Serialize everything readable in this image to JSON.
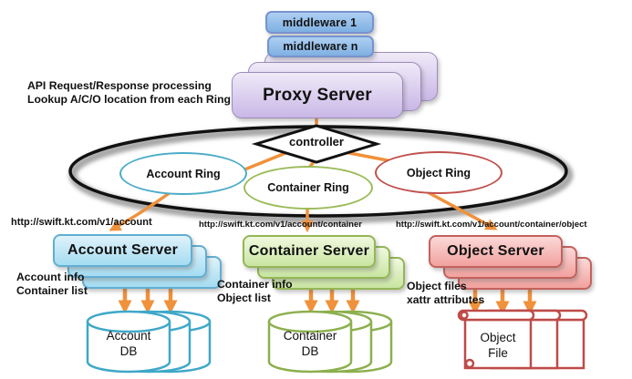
{
  "annotation": {
    "line1": "API Request/Response processing",
    "line2": "Lookup A/C/O location from each Ring"
  },
  "middleware": {
    "box1": "middleware 1",
    "box2": "middleware n"
  },
  "proxy": {
    "label": "Proxy Server"
  },
  "controller": {
    "label": "controller"
  },
  "rings": {
    "account": {
      "label": "Account Ring",
      "color": "#4BACC6"
    },
    "container": {
      "label": "Container Ring",
      "color": "#9BBB59"
    },
    "object": {
      "label": "Object Ring",
      "color": "#C0504D"
    }
  },
  "urls": {
    "account": "http://swift.kt.com/v1/account",
    "container": "http://swift.kt.com/v1/account/container",
    "object": "http://swift.kt.com/v1/account/container/object"
  },
  "servers": {
    "account": {
      "label": "Account Server"
    },
    "container": {
      "label": "Container Server"
    },
    "object": {
      "label": "Object Server"
    }
  },
  "notes": {
    "account": {
      "line1": "Account info",
      "line2": "Container list"
    },
    "container": {
      "line1": "Container info",
      "line2": "Object list"
    },
    "object": {
      "line1": "Object files",
      "line2": "xattr attributes"
    }
  },
  "storage": {
    "account": {
      "line1": "Account",
      "line2": "DB"
    },
    "container": {
      "line1": "Container",
      "line2": "DB"
    },
    "object": {
      "line1": "Object",
      "line2": "File"
    }
  },
  "colors": {
    "arrow": "#F0913B",
    "zone_ellipse": "#111111",
    "account": "#4BACC6",
    "container": "#9BBB59",
    "object": "#C0504D",
    "middleware_fill": "#8FBCE9",
    "proxy_fill": "#D5C6EB"
  }
}
